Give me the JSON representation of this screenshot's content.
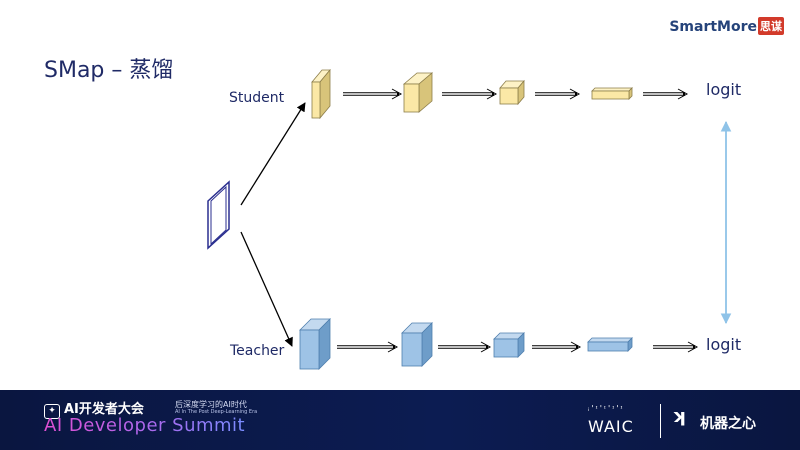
{
  "header": {
    "title": "SMap – 蒸馏",
    "brand_latin": "SmartMore",
    "brand_cjk": "思谋"
  },
  "diagram": {
    "student_label": "Student",
    "teacher_label": "Teacher",
    "student_logit": "logit",
    "teacher_logit": "logit",
    "colors": {
      "student_fill": "#fbe8a6",
      "student_top": "#fdf2c6",
      "student_side": "#d8c47a",
      "teacher_fill": "#9ec3e6",
      "teacher_top": "#c3d9ef",
      "teacher_side": "#6e9dc9",
      "input_stroke": "#2a2e8f",
      "line": "#000000",
      "compare_arrow": "#8fc3e8"
    }
  },
  "footer": {
    "event_cn": "AI开发者大会",
    "event_tagline_cn": "后深度学习的AI时代",
    "event_tagline_en": "AI In The Post Deep-Learning Era",
    "event_en": "AI Developer Summit",
    "waic": "WAIC",
    "jiqizhixin": "机器之心"
  }
}
